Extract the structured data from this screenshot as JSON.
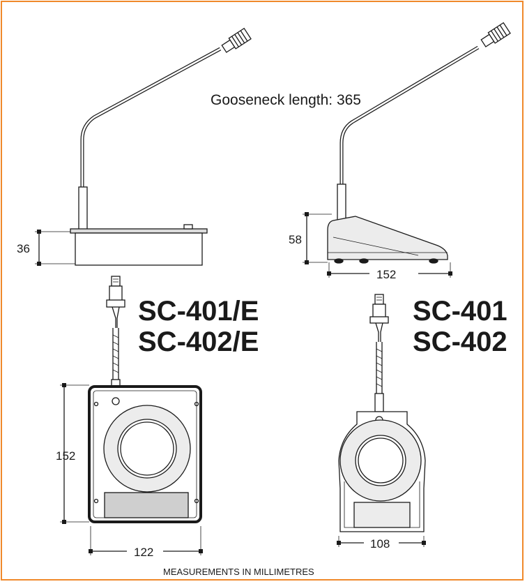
{
  "colors": {
    "border": "#f0892b",
    "line": "#1a1a1a",
    "light_fill": "#ececec",
    "mid_fill": "#dcdcdc",
    "plate_fill": "#cfcfcf"
  },
  "gooseneck_label": "Gooseneck length: 365",
  "models_left": {
    "line1": "SC-401/E",
    "line2": "SC-402/E"
  },
  "models_right": {
    "line1": "SC-401",
    "line2": "SC-402"
  },
  "dimensions": {
    "left_side_height": "36",
    "right_side_height": "58",
    "right_side_depth": "152",
    "left_top_height": "152",
    "left_top_width": "122",
    "right_top_width": "108"
  },
  "footer": "MEASUREMENTS IN MILLIMETRES"
}
